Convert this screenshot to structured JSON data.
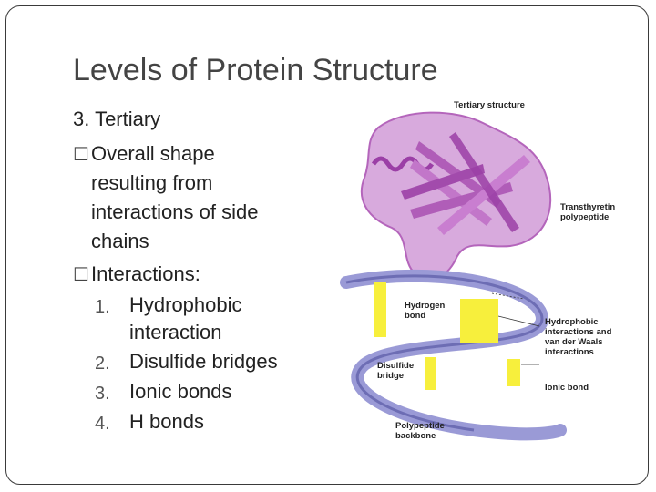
{
  "slide": {
    "title": "Levels of Protein Structure",
    "heading": "3. Tertiary",
    "bullets": [
      {
        "glyph": "☐",
        "lines": [
          "Overall shape",
          "resulting from",
          "interactions of side",
          "chains"
        ]
      },
      {
        "glyph": "☐",
        "lines": [
          "Interactions:"
        ]
      }
    ],
    "list": [
      {
        "num": "1.",
        "lines": [
          "Hydrophobic",
          "interaction"
        ]
      },
      {
        "num": "2.",
        "lines": [
          "Disulfide bridges"
        ]
      },
      {
        "num": "3.",
        "lines": [
          "Ionic bonds"
        ]
      },
      {
        "num": "4.",
        "lines": [
          "H bonds"
        ]
      }
    ]
  },
  "figure": {
    "tertiary_label": "Tertiary structure",
    "protein_label_1": "Transthyretin",
    "protein_label_2": "polypeptide",
    "hbond_1": "Hydrogen",
    "hbond_2": "bond",
    "hydrophobic_1": "Hydrophobic",
    "hydrophobic_2": "interactions and",
    "hydrophobic_3": "van der Waals",
    "hydrophobic_4": "interactions",
    "disulfide_1": "Disulfide",
    "disulfide_2": "bridge",
    "ionic": "Ionic bond",
    "backbone_1": "Polypeptide",
    "backbone_2": "backbone",
    "colors": {
      "protein": "#b05db8",
      "protein_light": "#d6a6dc",
      "backbone": "#8f8fcf",
      "highlight": "#f7ef3c"
    }
  }
}
